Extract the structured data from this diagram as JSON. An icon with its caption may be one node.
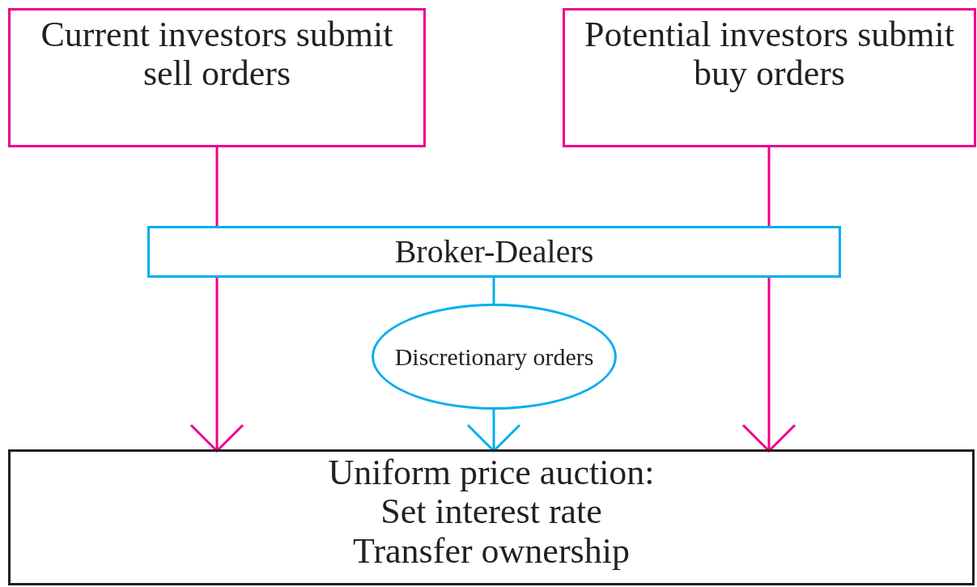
{
  "diagram": {
    "nodes": [
      {
        "text": [
          "Current investors submit sell orders"
        ]
      },
      {
        "text": [
          "Potential investors submit buy orders"
        ]
      },
      {
        "text": [
          "Broker-Dealers"
        ]
      },
      {
        "text": [
          "Discretionary orders"
        ]
      },
      {
        "text": [
          "Uniform price auction:",
          "Set interest rate",
          "Transfer ownership"
        ]
      }
    ],
    "edges": [
      {
        "from": 0,
        "to": 2,
        "arrow": "none"
      },
      {
        "from": 2,
        "to": 4,
        "arrow": "to"
      },
      {
        "from": 1,
        "to": 2,
        "arrow": "none"
      },
      {
        "from": 2,
        "to": 4,
        "arrow": "to"
      },
      {
        "from": 2,
        "to": 3,
        "arrow": "none",
        "color": "#00aeef"
      },
      {
        "from": 3,
        "to": 4,
        "arrow": "to",
        "color": "#00aeef"
      }
    ]
  }
}
